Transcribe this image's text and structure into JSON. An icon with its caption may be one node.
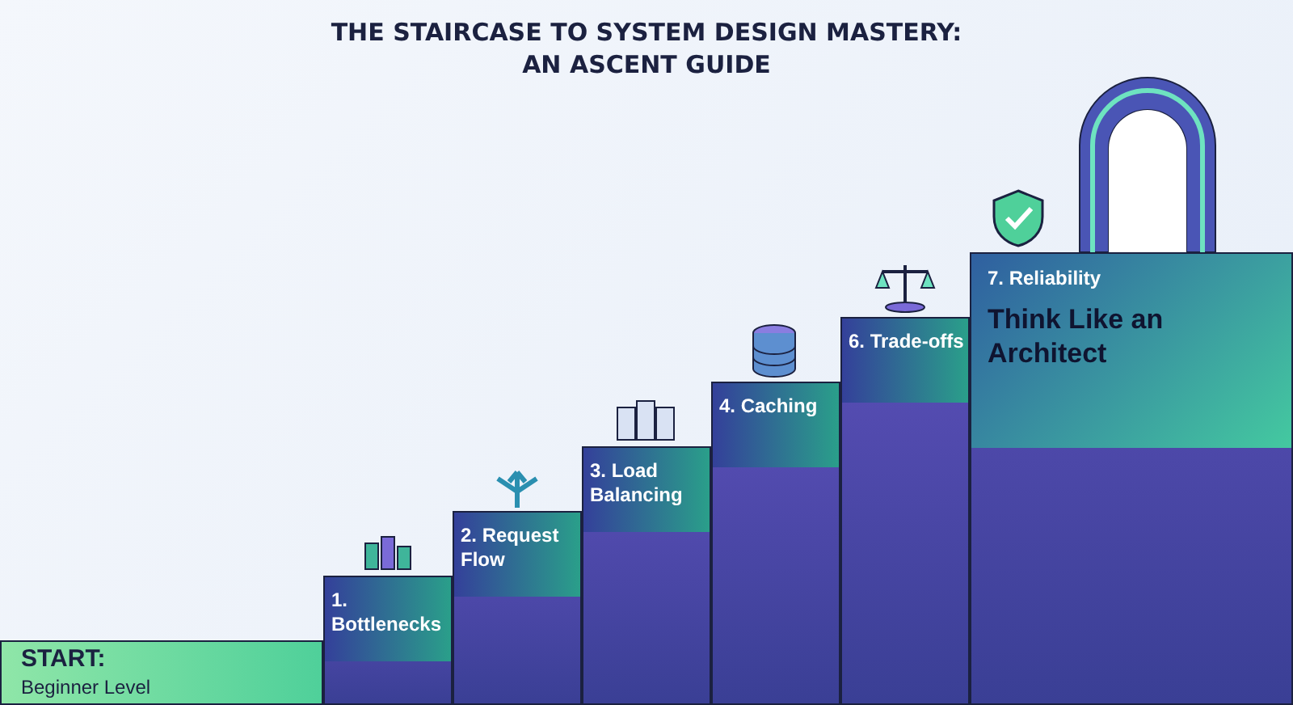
{
  "diagram": {
    "title": "THE STAIRCASE TO SYSTEM DESIGN MASTERY: AN ASCENT GUIDE",
    "nodes": [
      {
        "text": [
          "START:",
          "Beginner Level"
        ]
      },
      {
        "text": [
          "1. Bottlenecks"
        ]
      },
      {
        "text": [
          "2. Request Flow"
        ]
      },
      {
        "text": [
          "3. Load Balancing"
        ]
      },
      {
        "text": [
          "4. Caching"
        ]
      },
      {
        "text": [
          "6. Trade-offs"
        ]
      },
      {
        "text": [
          "7. Reliability",
          "Think Like an Architect"
        ]
      }
    ]
  }
}
